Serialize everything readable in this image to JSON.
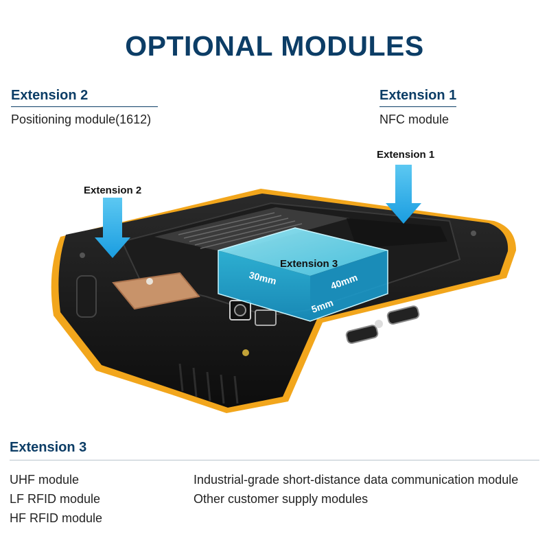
{
  "page": {
    "title": "OPTIONAL MODULES"
  },
  "extension2": {
    "heading": "Extension 2",
    "description": "Positioning module(1612)",
    "callout": "Extension 2"
  },
  "extension1": {
    "heading": "Extension 1",
    "description": "NFC module",
    "callout": "Extension 1"
  },
  "extension3": {
    "heading": "Extension 3",
    "callout": "Extension 3",
    "dimensions": {
      "width": "30mm",
      "depth": "40mm",
      "height": "5mm"
    },
    "left_items": [
      "UHF module",
      "LF RFID module",
      "HF RFID module"
    ],
    "right_items": [
      "Industrial-grade short-distance data communication module",
      "Other customer supply modules"
    ]
  },
  "colors": {
    "heading_blue": "#0c3d66",
    "arrow_blue": "#1aa6e6",
    "module_cyan": "#5fd8f5",
    "frame_orange": "#f2a61c"
  },
  "icons": [
    "down-arrow-icon",
    "gps-antenna-icon",
    "camera-icon"
  ]
}
